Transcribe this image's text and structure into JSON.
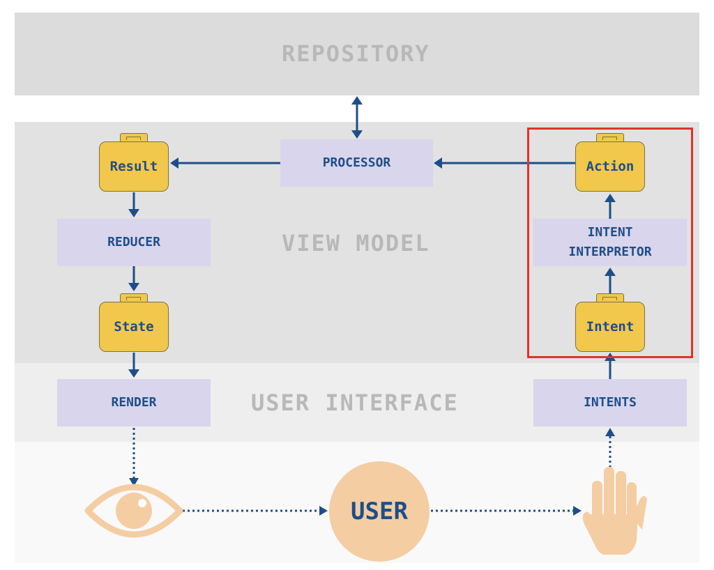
{
  "layers": {
    "repository": "REPOSITORY",
    "view_model": "VIEW MODEL",
    "user_interface": "USER INTERFACE"
  },
  "boxes": {
    "processor": "PROCESSOR",
    "reducer": "REDUCER",
    "intent_interpretor": "INTENT\nINTERPRETOR",
    "render": "RENDER",
    "intents": "INTENTS"
  },
  "cases": {
    "result": "Result",
    "state": "State",
    "action": "Action",
    "intent": "Intent"
  },
  "user": "USER",
  "icons": [
    "eye-icon",
    "hand-icon",
    "briefcase-icon"
  ],
  "colors": {
    "box_fill": "#d9d5ec",
    "case_fill": "#f1c84b",
    "text": "#1d4e89",
    "arrow": "#1d4e89",
    "highlight": "#e0332b",
    "user_fill": "#f4cda3"
  }
}
